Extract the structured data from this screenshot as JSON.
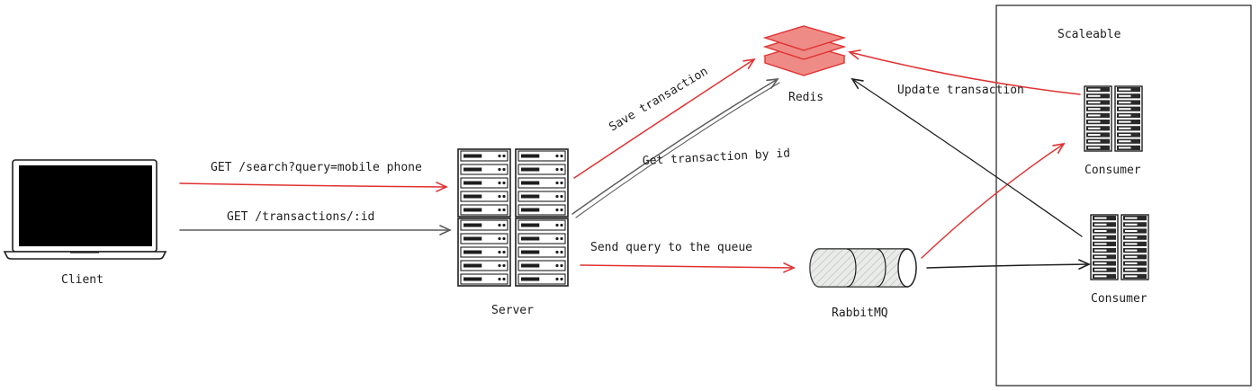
{
  "nodes": {
    "client": {
      "label": "Client"
    },
    "server": {
      "label": "Server"
    },
    "redis": {
      "label": "Redis"
    },
    "rabbitmq": {
      "label": "RabbitMQ"
    },
    "consumer_top": {
      "label": "Consumer"
    },
    "consumer_bottom": {
      "label": "Consumer"
    }
  },
  "group": {
    "label": "Scaleable"
  },
  "edges": {
    "search": {
      "label": "GET /search?query=mobile phone",
      "color": "#e03131"
    },
    "transactions": {
      "label": "GET /transactions/:id",
      "color": "#5c5c5c"
    },
    "save": {
      "label": "Save transaction",
      "color": "#e03131"
    },
    "get_by_id": {
      "label": "Get transaction by id",
      "color": "#5c5c5c"
    },
    "send_queue": {
      "label": "Send query to the queue",
      "color": "#e03131"
    },
    "update": {
      "label": "Update transaction",
      "color": "#e03131"
    }
  },
  "colors": {
    "accent_red": "#e03131",
    "redis_fill": "#ef8b86",
    "queue_fill": "#cfd3cf",
    "ink": "#1e1e1e"
  }
}
